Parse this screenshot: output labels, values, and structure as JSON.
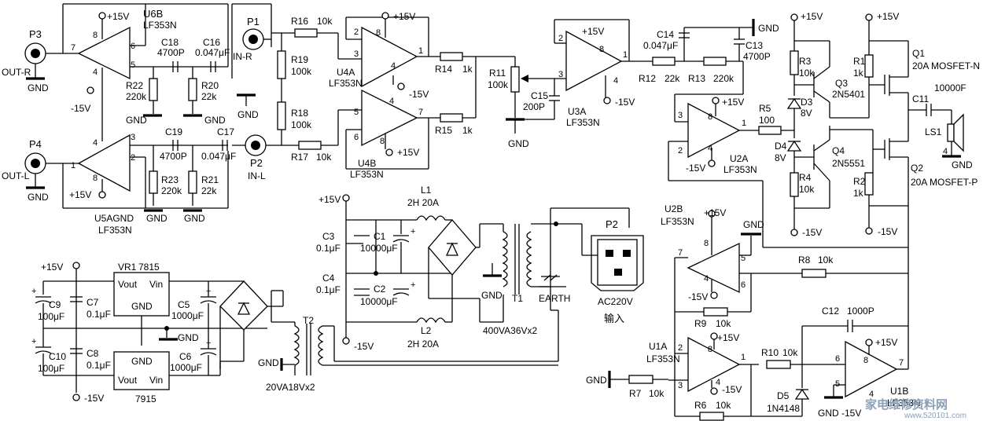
{
  "labels": {
    "p3": "P3",
    "p4": "P4",
    "p1": "P1",
    "p2": "P2",
    "out_r": "OUT-R",
    "out_l": "OUT-L",
    "in_r": "IN-R",
    "in_l": "IN-L",
    "gnd": "GND",
    "plus15v": "+15V",
    "minus15v": "-15V",
    "u6b": "U6B",
    "u5a": "U5AGND",
    "u4a": "U4A",
    "u4b": "U4B",
    "u3a": "U3A",
    "u2a": "U2A",
    "u2b": "U2B",
    "u1a": "U1A",
    "u1b": "U1B",
    "lf353n": "LF353N",
    "r16": "R16",
    "r16v": "10k",
    "r17": "R17",
    "r17v": "10k",
    "r18": "R18",
    "r18v": "100k",
    "r19": "R19",
    "r19v": "100k",
    "r20": "R20",
    "r20v": "22k",
    "r21": "R21",
    "r21v": "22k",
    "r22": "R22",
    "r22v": "220k",
    "r23": "R23",
    "r23v": "220k",
    "r14": "R14",
    "r14v": "1k",
    "r15": "R15",
    "r15v": "1k",
    "r11": "R11",
    "r11v": "100k",
    "r12": "R12",
    "r12v": "22k",
    "r13": "R13",
    "r13v": "220k",
    "r5": "R5",
    "r5v": "100",
    "r3": "R3",
    "r3v": "10k",
    "r4": "R4",
    "r4v": "10k",
    "r1": "R1",
    "r1v": "1k",
    "r2": "R2",
    "r2v": "1k",
    "r8": "R8",
    "r8v": "10k",
    "r9": "R9",
    "r9v": "10k",
    "r10": "R10",
    "r10v": "10k",
    "r7": "R7",
    "r7v": "10k",
    "r6": "R6",
    "r6v": "10k",
    "c18": "C18",
    "c18v": "4700P",
    "c16": "C16",
    "c16v": "0.047μF",
    "c19": "C19",
    "c19v": "4700P",
    "c17": "C17",
    "c17v": "0.047μF",
    "c15": "C15",
    "c15v": "200P",
    "c14": "C14",
    "c14v": "0.047μF",
    "c13": "C13",
    "c13v": "4700P",
    "c11": "C11",
    "c11v": "10000F",
    "c12": "C12",
    "c12v": "1000P",
    "c3": "C3",
    "c3v": "0.1μF",
    "c1": "C1",
    "c1v": "10000μF",
    "c4": "C4",
    "c4v": "0.1μF",
    "c2": "C2",
    "c2v": "10000μF",
    "c9": "C9",
    "c9v": "100μF",
    "c7": "C7",
    "c7v": "0.1μF",
    "c10": "C10",
    "c10v": "100μF",
    "c8": "C8",
    "c8v": "0.1μF",
    "c5": "C5",
    "c5v": "1000μF",
    "c6": "C6",
    "c6v": "1000μF",
    "d3": "D3",
    "d3v": "8V",
    "d4": "D4",
    "d4v": "8V",
    "d5": "D5",
    "d5v": "1N4148",
    "q3": "Q3",
    "q3v": "2N5401",
    "q4": "Q4",
    "q4v": "2N5551",
    "q1": "Q1",
    "q1v": "20A  MOSFET-N",
    "q2": "Q2",
    "q2v": "20A  MOSFET-P",
    "ls1": "LS1",
    "l1": "L1",
    "l1v": "2H  20A",
    "l2": "L2",
    "l2v": "2H  20A",
    "t1": "T1",
    "t1v": "400VA36Vx2",
    "t2": "T2",
    "t2v": "20VA18Vx2",
    "p2plug": "P2",
    "earth": "EARTH",
    "ac": "AC220V",
    "ac_in": "输入",
    "vr1": "VR1",
    "vr1v": "7815",
    "vout": "Vout",
    "vin": "Vin",
    "v7915": "7915",
    "wm1": "家电维修资料网",
    "wm2": "www.520101.com"
  }
}
